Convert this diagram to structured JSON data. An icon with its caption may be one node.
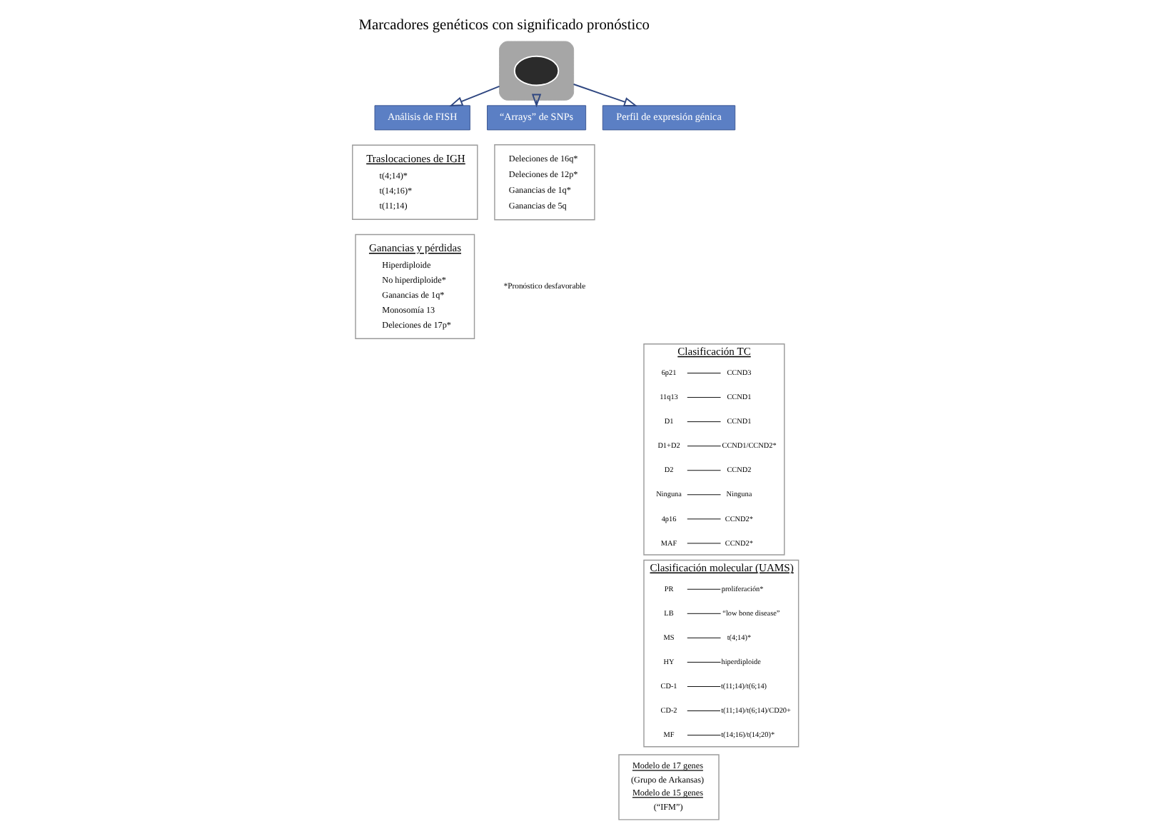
{
  "diagram": {
    "title": "Marcadores genéticos con significado pronóstico",
    "nodes": [
      {
        "text": [],
        "shape": "ellipse"
      },
      {
        "text": [],
        "shape": "ellipse",
        "in": 0
      },
      {
        "text": [
          "Análisis de FISH"
        ]
      },
      {
        "text": [
          "“Arrays” de SNPs"
        ]
      },
      {
        "text": [
          "Perfil de expresión génica"
        ]
      },
      {
        "text": [
          "Traslocaciones de IGH",
          "t(4;14)*",
          "t(14;16)*",
          "t(11;14)"
        ]
      },
      {
        "text": [
          "Ganancias y pérdidas",
          "Hiperdiploide",
          "No hiperdiploide*",
          "Ganancias de 1q*",
          "Monosomía 13",
          "Deleciones de 17p*"
        ]
      },
      {
        "text": [
          "Deleciones de 16q*",
          "Deleciones de 12p*",
          "Ganancias de 1q*",
          "Ganancias de 5q"
        ]
      },
      {
        "text": [
          "Clasificación TC"
        ]
      },
      {
        "text": [
          "6p21"
        ],
        "in": 8
      },
      {
        "text": [
          "CCND3"
        ],
        "in": 8
      },
      {
        "text": [
          "11q13"
        ],
        "in": 8
      },
      {
        "text": [
          "CCND1"
        ],
        "in": 8
      },
      {
        "text": [
          "D1"
        ],
        "in": 8
      },
      {
        "text": [
          "CCND1"
        ],
        "in": 8
      },
      {
        "text": [
          "D1+D2"
        ],
        "in": 8
      },
      {
        "text": [
          "CCND1/CCND2*"
        ],
        "in": 8
      },
      {
        "text": [
          "D2"
        ],
        "in": 8
      },
      {
        "text": [
          "CCND2"
        ],
        "in": 8
      },
      {
        "text": [
          "Ninguna"
        ],
        "in": 8
      },
      {
        "text": [
          "Ninguna"
        ],
        "in": 8
      },
      {
        "text": [
          "4p16"
        ],
        "in": 8
      },
      {
        "text": [
          "CCND2*"
        ],
        "in": 8
      },
      {
        "text": [
          "MAF"
        ],
        "in": 8
      },
      {
        "text": [
          "CCND2*"
        ],
        "in": 8
      },
      {
        "text": [
          "Clasificación molecular (UAMS)"
        ]
      },
      {
        "text": [
          "PR"
        ],
        "in": 25
      },
      {
        "text": [
          "proliferación*"
        ],
        "in": 25
      },
      {
        "text": [
          "LB"
        ],
        "in": 25
      },
      {
        "text": [
          "“low bone disease”"
        ],
        "in": 25
      },
      {
        "text": [
          "MS"
        ],
        "in": 25
      },
      {
        "text": [
          "t(4;14)*"
        ],
        "in": 25
      },
      {
        "text": [
          "HY"
        ],
        "in": 25
      },
      {
        "text": [
          "hiperdiploide"
        ],
        "in": 25
      },
      {
        "text": [
          "CD-1"
        ],
        "in": 25
      },
      {
        "text": [
          "t(11;14)/t(6;14)"
        ],
        "in": 25
      },
      {
        "text": [
          "CD-2"
        ],
        "in": 25
      },
      {
        "text": [
          "t(11;14)/t(6;14)/CD20+"
        ],
        "in": 25
      },
      {
        "text": [
          "MF"
        ],
        "in": 25
      },
      {
        "text": [
          "t(14;16)/t(14;20)*"
        ],
        "in": 25
      },
      {
        "text": [
          "Modelo de 17 genes",
          "(Grupo de Arkansas)",
          "Modelo de 15 genes",
          "(“IFM”)"
        ]
      }
    ],
    "edges": [
      {
        "from": 0,
        "to": 2,
        "arrow": "to",
        "color": "#2e4680"
      },
      {
        "from": 0,
        "to": 3,
        "arrow": "to",
        "color": "#2e4680"
      },
      {
        "from": 0,
        "to": 4,
        "arrow": "to",
        "color": "#2e4680"
      },
      {
        "from": 9,
        "to": 10,
        "arrow": "none"
      },
      {
        "from": 11,
        "to": 12,
        "arrow": "none"
      },
      {
        "from": 13,
        "to": 14,
        "arrow": "none"
      },
      {
        "from": 15,
        "to": 16,
        "arrow": "none"
      },
      {
        "from": 17,
        "to": 18,
        "arrow": "none"
      },
      {
        "from": 19,
        "to": 20,
        "arrow": "none"
      },
      {
        "from": 21,
        "to": 22,
        "arrow": "none"
      },
      {
        "from": 23,
        "to": 24,
        "arrow": "none"
      },
      {
        "from": 26,
        "to": 27,
        "arrow": "none"
      },
      {
        "from": 28,
        "to": 29,
        "arrow": "none"
      },
      {
        "from": 30,
        "to": 31,
        "arrow": "none"
      },
      {
        "from": 32,
        "to": 33,
        "arrow": "none"
      },
      {
        "from": 34,
        "to": 35,
        "arrow": "none"
      },
      {
        "from": 36,
        "to": 37,
        "arrow": "none"
      },
      {
        "from": 38,
        "to": 39,
        "arrow": "none"
      }
    ],
    "labels": [
      "*Pronóstico desfavorable"
    ]
  }
}
